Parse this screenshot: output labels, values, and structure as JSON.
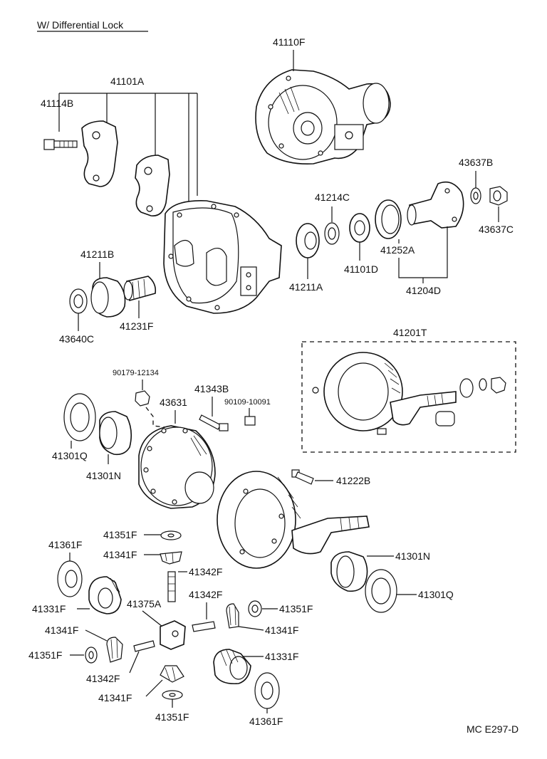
{
  "header": {
    "title": "W/ Differential Lock"
  },
  "footer": {
    "code": "MC  E297-D"
  },
  "labels": {
    "p41110F": "41110F",
    "p41101A": "41101A",
    "p41114B": "41114B",
    "p43637B": "43637B",
    "p43637C": "43637C",
    "p41214C": "41214C",
    "p41252A": "41252A",
    "p41101D": "41101D",
    "p41204D": "41204D",
    "p41211B": "41211B",
    "p41211A": "41211A",
    "p41231F": "41231F",
    "p43640C": "43640C",
    "p41201T": "41201T",
    "p90179": "90179-12134",
    "p41343B": "41343B",
    "p43631": "43631",
    "p90109": "90109-10091",
    "p41301Q_a": "41301Q",
    "p41301N_a": "41301N",
    "p41222B": "41222B",
    "p41351F_a": "41351F",
    "p41341F_a": "41341F",
    "p41361F_a": "41361F",
    "p41342F_a": "41342F",
    "p41301N_b": "41301N",
    "p41331F_a": "41331F",
    "p41375A": "41375A",
    "p41342F_b": "41342F",
    "p41301Q_b": "41301Q",
    "p41351F_b": "41351F",
    "p41341F_b": "41341F",
    "p41341F_c": "41341F",
    "p41351F_c": "41351F",
    "p41331F_b": "41331F",
    "p41342F_c": "41342F",
    "p41341F_d": "41341F",
    "p41351F_d": "41351F",
    "p41361F_b": "41361F"
  }
}
